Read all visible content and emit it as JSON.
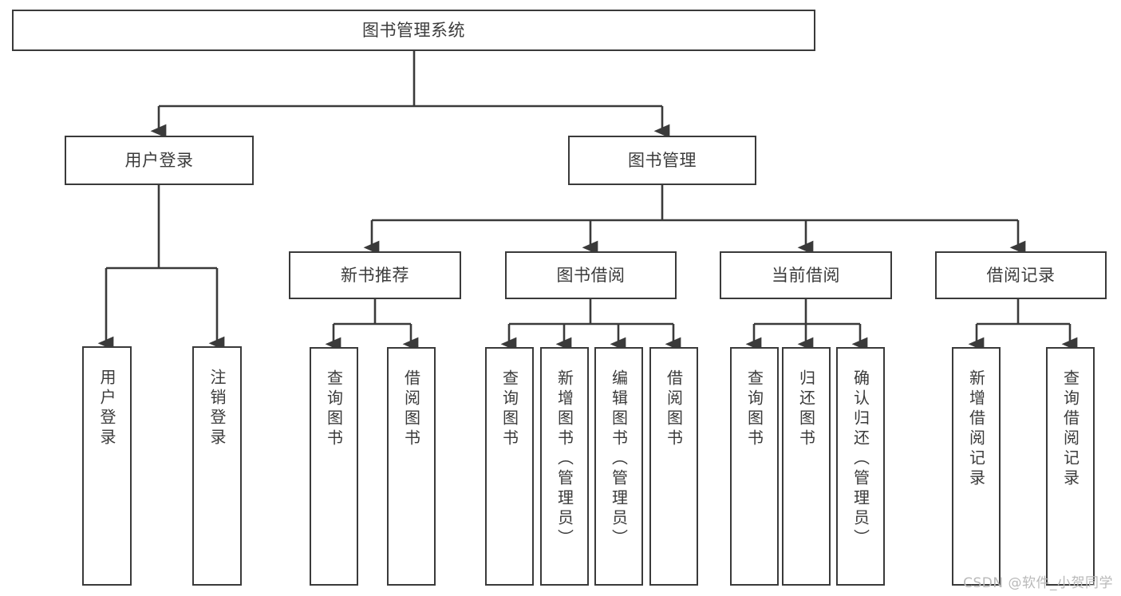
{
  "diagram": {
    "title": "图书管理系统",
    "type": "tree-hierarchy",
    "watermark": "CSDN @软件_小贺同学",
    "colors": {
      "border": "#3a3a3a",
      "text": "#3b3b3b",
      "background": "#ffffff",
      "edge": "#3a3a3a",
      "watermark": "#b9b9b9"
    },
    "nodes": {
      "root": {
        "label": "图书管理系统"
      },
      "level2": [
        {
          "label": "用户登录"
        },
        {
          "label": "图书管理"
        }
      ],
      "level3": [
        {
          "label": "新书推荐"
        },
        {
          "label": "图书借阅"
        },
        {
          "label": "当前借阅"
        },
        {
          "label": "借阅记录"
        }
      ],
      "leaves": {
        "user_login": [
          {
            "label": "用户登录"
          },
          {
            "label": "注销登录"
          }
        ],
        "new_book_recommend": [
          {
            "label": "查询图书"
          },
          {
            "label": "借阅图书"
          }
        ],
        "book_borrow": [
          {
            "label": "查询图书"
          },
          {
            "label": "新增图书（管理员）"
          },
          {
            "label": "编辑图书（管理员）"
          },
          {
            "label": "借阅图书"
          }
        ],
        "current_borrow": [
          {
            "label": "查询图书"
          },
          {
            "label": "归还图书"
          },
          {
            "label": "确认归还（管理员）"
          }
        ],
        "borrow_record": [
          {
            "label": "新增借阅记录"
          },
          {
            "label": "查询借阅记录"
          }
        ]
      }
    }
  }
}
